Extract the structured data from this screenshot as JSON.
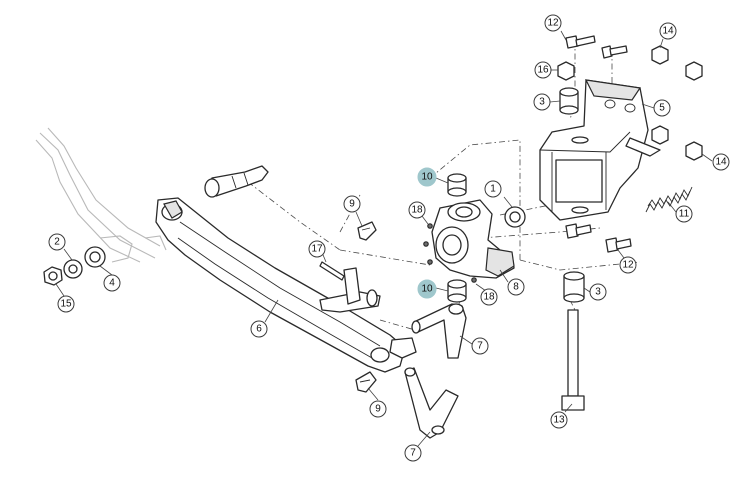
{
  "diagram": {
    "callouts": [
      {
        "id": "c1",
        "label": "1"
      },
      {
        "id": "c2",
        "label": "2"
      },
      {
        "id": "c3a",
        "label": "3"
      },
      {
        "id": "c3b",
        "label": "3"
      },
      {
        "id": "c4",
        "label": "4"
      },
      {
        "id": "c5",
        "label": "5"
      },
      {
        "id": "c6",
        "label": "6"
      },
      {
        "id": "c7a",
        "label": "7"
      },
      {
        "id": "c7b",
        "label": "7"
      },
      {
        "id": "c8",
        "label": "8"
      },
      {
        "id": "c9a",
        "label": "9"
      },
      {
        "id": "c9b",
        "label": "9"
      },
      {
        "id": "c10a",
        "label": "10"
      },
      {
        "id": "c10b",
        "label": "10"
      },
      {
        "id": "c11",
        "label": "11"
      },
      {
        "id": "c12a",
        "label": "12"
      },
      {
        "id": "c12b",
        "label": "12"
      },
      {
        "id": "c13",
        "label": "13"
      },
      {
        "id": "c14a",
        "label": "14"
      },
      {
        "id": "c14b",
        "label": "14"
      },
      {
        "id": "c15",
        "label": "15"
      },
      {
        "id": "c16",
        "label": "16"
      },
      {
        "id": "c17",
        "label": "17"
      },
      {
        "id": "c18a",
        "label": "18"
      },
      {
        "id": "c18b",
        "label": "18"
      }
    ],
    "colors": {
      "highlight": "#9fc7cc",
      "line": "#2a2a2a",
      "background": "#ffffff"
    }
  }
}
